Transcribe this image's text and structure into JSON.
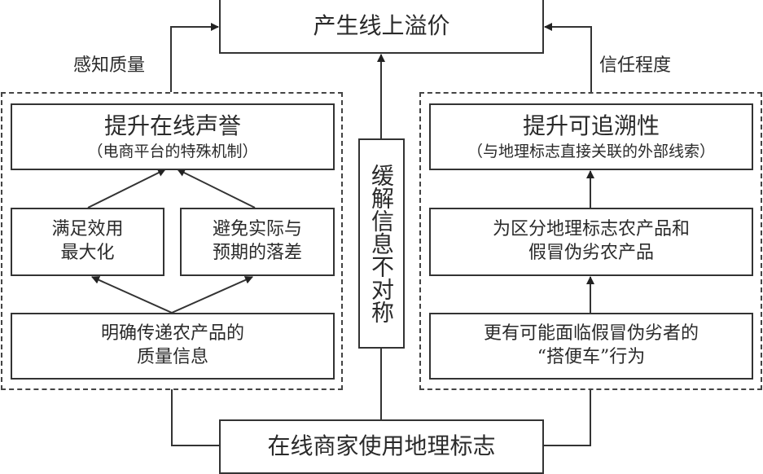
{
  "top_outcome": "产生线上溢价",
  "bottom_source": "在线商家使用地理标志",
  "left_edge_label": "感知质量",
  "right_edge_label": "信任程度",
  "middle_box": "缓解信息不对称",
  "left_group": {
    "top": {
      "title": "提升在线声誉",
      "subtitle": "（电商平台的特殊机制）"
    },
    "middle_left": {
      "line1": "满足效用",
      "line2": "最大化"
    },
    "middle_right": {
      "line1": "避免实际与",
      "line2": "预期的落差"
    },
    "bottom": {
      "line1": "明确传递农产品的",
      "line2": "质量信息"
    }
  },
  "right_group": {
    "top": {
      "title": "提升可追溯性",
      "subtitle": "（与地理标志直接关联的外部线索）"
    },
    "middle": {
      "line1": "为区分地理标志农产品和",
      "line2": "假冒伪劣农产品"
    },
    "bottom": {
      "line1": "更有可能面临假冒伪劣者的",
      "line2": "“搭便车”行为"
    }
  }
}
